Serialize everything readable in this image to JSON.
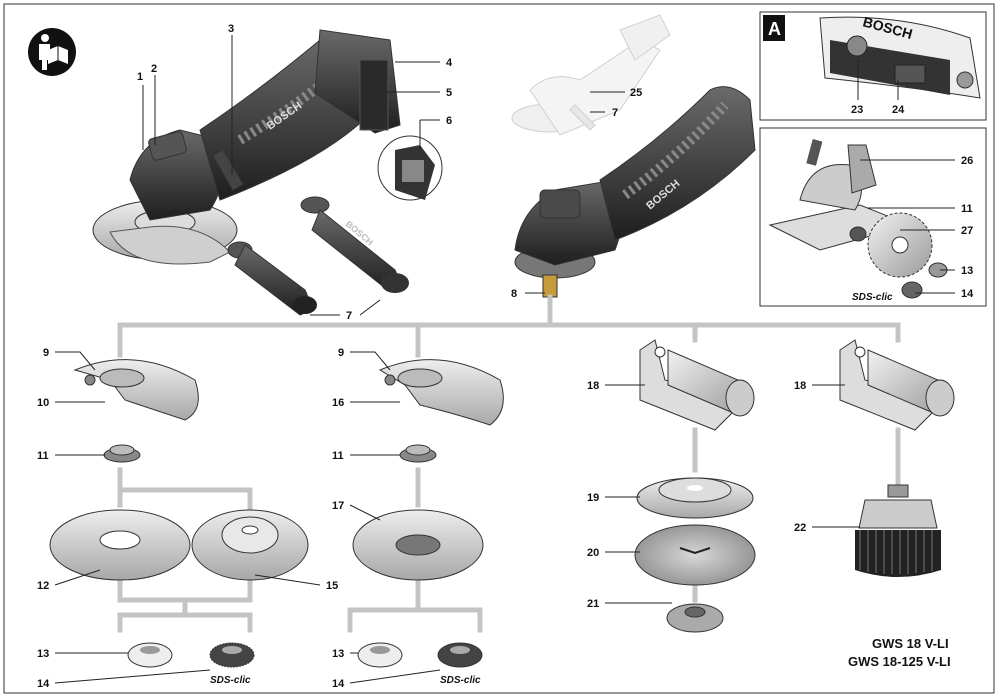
{
  "title_line1": "GWS 18 V-LI",
  "title_line2": "GWS 18-125 V-LI",
  "inset_a_letter": "A",
  "brand": "BOSCH",
  "sds_text": "SDS-clic",
  "manual_icon": "read-manual-icon",
  "callouts": {
    "c1": "1",
    "c2": "2",
    "c3": "3",
    "c4": "4",
    "c5": "5",
    "c6": "6",
    "c7a": "7",
    "c7b": "7",
    "c8": "8",
    "c9a": "9",
    "c9b": "9",
    "c10": "10",
    "c11a": "11",
    "c11b": "11",
    "c11c": "11",
    "c12": "12",
    "c13a": "13",
    "c13b": "13",
    "c13c": "13",
    "c14a": "14",
    "c14b": "14",
    "c14c": "14",
    "c15": "15",
    "c16": "16",
    "c17": "17",
    "c18a": "18",
    "c18b": "18",
    "c19": "19",
    "c20": "20",
    "c21": "21",
    "c22": "22",
    "c23": "23",
    "c24": "24",
    "c25": "25",
    "c26": "26",
    "c27": "27"
  }
}
